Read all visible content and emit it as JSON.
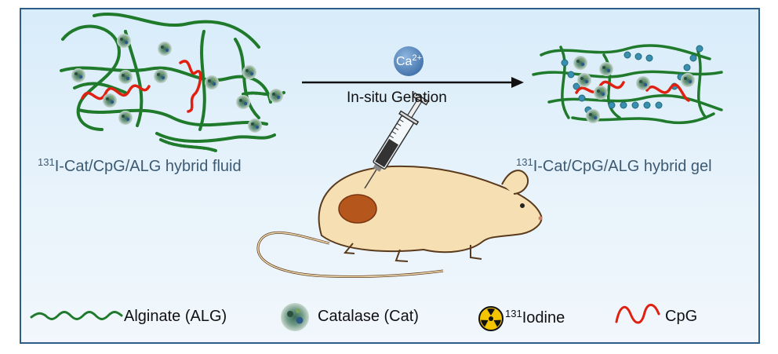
{
  "panel": {
    "border_color": "#2f5d8a",
    "background": "#dcedfa"
  },
  "left_state": {
    "label_sup": "131",
    "label": "I-Cat/CpG/ALG hybrid fluid"
  },
  "right_state": {
    "label_sup": "131",
    "label": "I-Cat/CpG/ALG hybrid gel"
  },
  "arrow": {
    "ion": "Ca",
    "ion_charge": "2+",
    "label": "In-situ Gelation"
  },
  "legend": {
    "alginate": "Alginate (ALG)",
    "catalase": "Catalase (Cat)",
    "iodine_sup": "131",
    "iodine": "Iodine",
    "cpg": "CpG"
  },
  "colors": {
    "alginate": "#1f7a2c",
    "cpg": "#e02010",
    "calcium": "#4a7fb8",
    "mouse": "#f7dfb4",
    "tumor": "#b5561c"
  },
  "icons": [
    "alginate-strand-icon",
    "catalase-icon",
    "radiation-icon",
    "cpg-icon",
    "syringe-icon",
    "mouse-icon"
  ]
}
